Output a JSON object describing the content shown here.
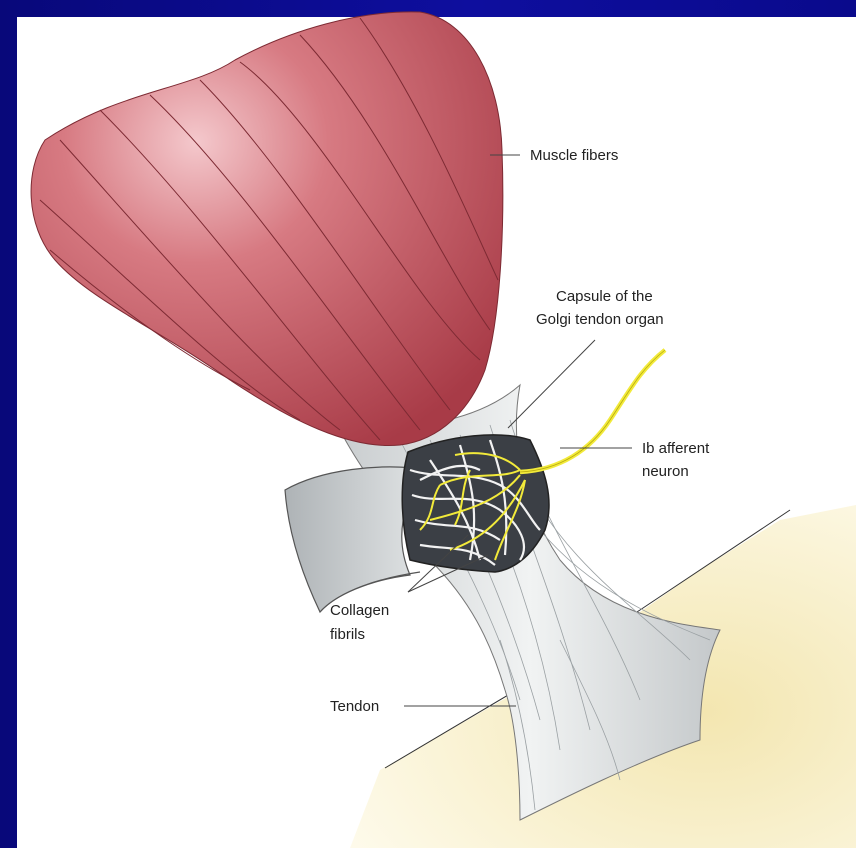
{
  "labels": {
    "muscle_fibers": "Muscle fibers",
    "capsule_line1": "Capsule of the",
    "capsule_line2": "Golgi tendon organ",
    "afferent_line1": "Ib afferent",
    "afferent_line2": "neuron",
    "collagen_line1": "Collagen",
    "collagen_line2": "fibrils",
    "tendon": "Tendon"
  },
  "colors": {
    "slide_background": "#0a0a8c",
    "muscle": "#c45a64",
    "tendon": "#dfe2e2",
    "capsule_window": "#3b3f45",
    "nerve": "#f2ea3a",
    "bone": "#f6edc6"
  }
}
